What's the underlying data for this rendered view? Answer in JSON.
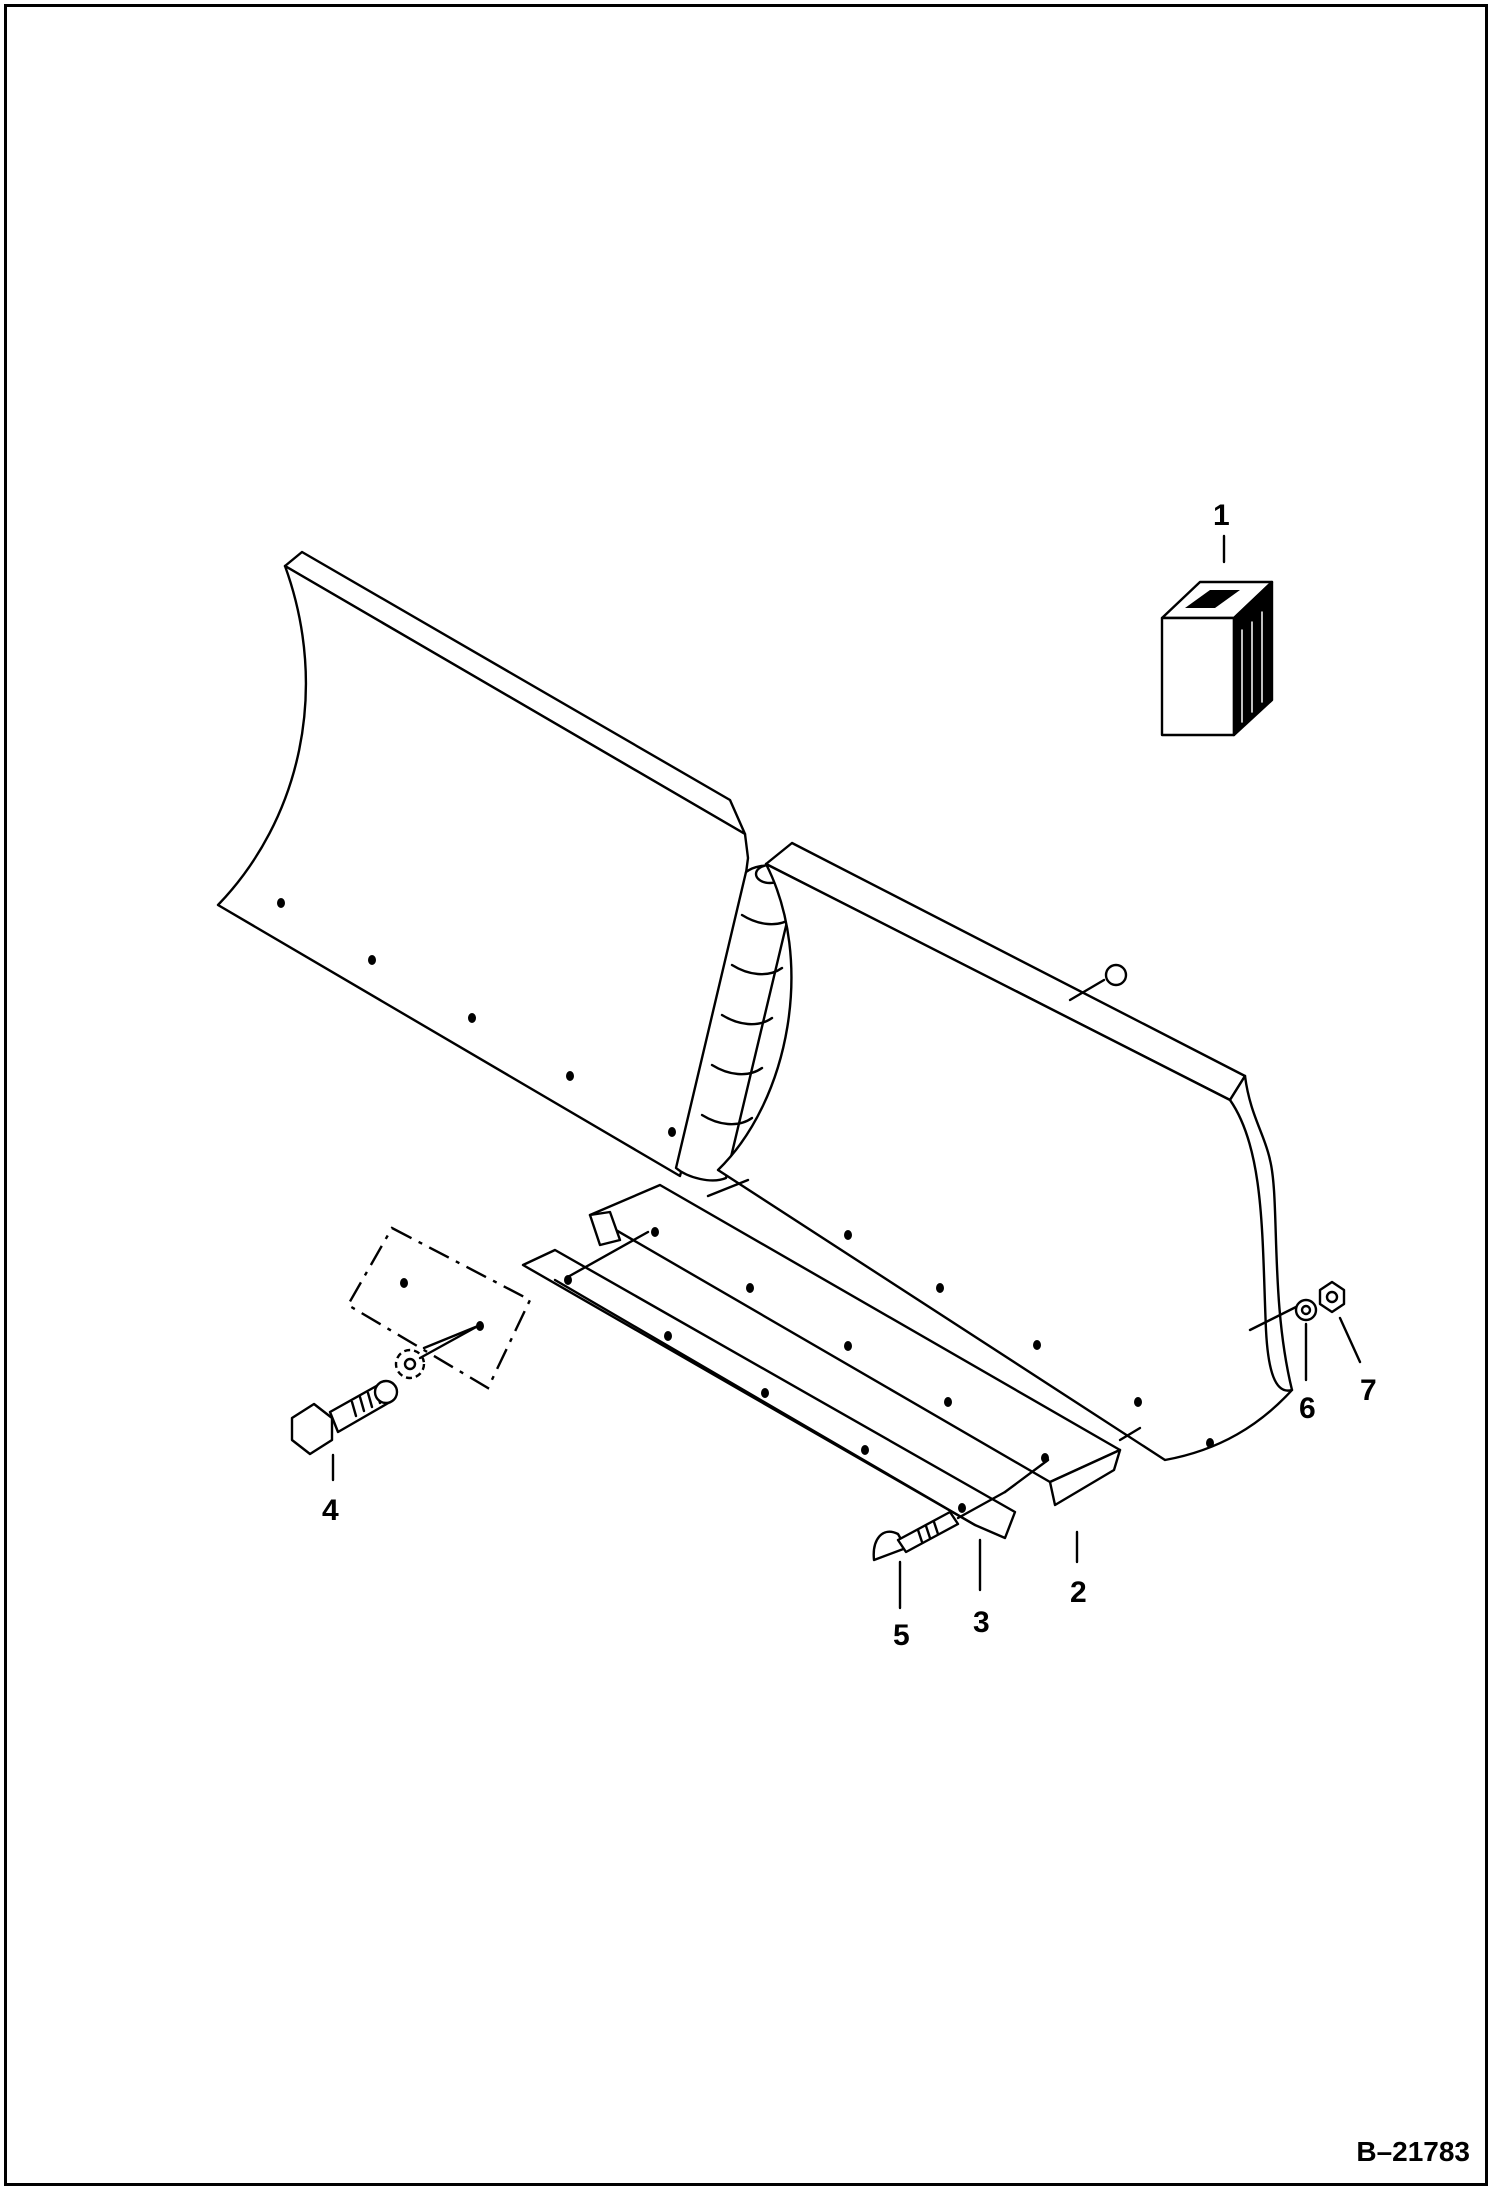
{
  "figure_id": "B–21783",
  "callouts": [
    {
      "id": "1",
      "label": "1"
    },
    {
      "id": "2",
      "label": "2"
    },
    {
      "id": "3",
      "label": "3"
    },
    {
      "id": "4",
      "label": "4"
    },
    {
      "id": "5",
      "label": "5"
    },
    {
      "id": "6",
      "label": "6"
    },
    {
      "id": "7",
      "label": "7"
    }
  ]
}
